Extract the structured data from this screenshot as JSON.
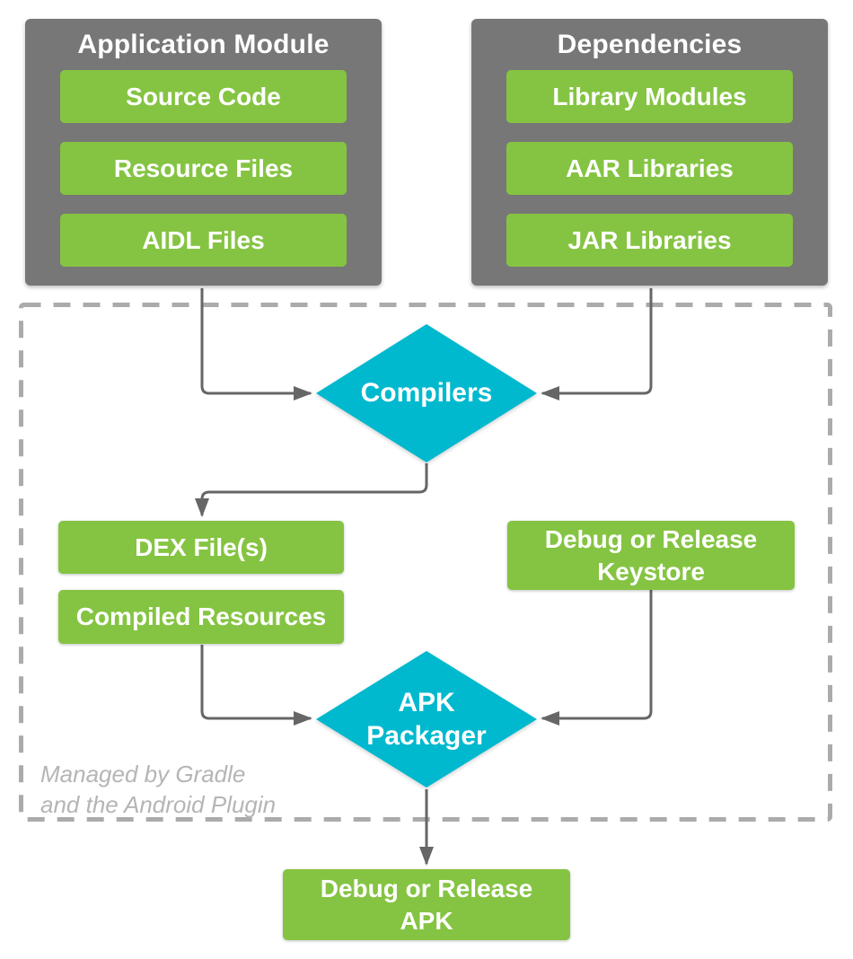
{
  "colors": {
    "green": "#85C442",
    "gray": "#777777",
    "cyan": "#00B9CE",
    "connector": "#666666",
    "dashed_border": "#ABABAB",
    "annotation_text": "#B5B5B5",
    "label_text": "#FFFFFF",
    "background": "#FFFFFF"
  },
  "groups": {
    "application_module": {
      "title": "Application Module",
      "items": [
        {
          "label": "Source Code"
        },
        {
          "label": "Resource Files"
        },
        {
          "label": "AIDL Files"
        }
      ]
    },
    "dependencies": {
      "title": "Dependencies",
      "items": [
        {
          "label": "Library Modules"
        },
        {
          "label": "AAR Libraries"
        },
        {
          "label": "JAR Libraries"
        }
      ]
    }
  },
  "nodes": {
    "compilers": {
      "label": "Compilers",
      "shape": "diamond"
    },
    "dex_files": {
      "label": "DEX File(s)",
      "shape": "box"
    },
    "compiled_resources": {
      "label": "Compiled Resources",
      "shape": "box"
    },
    "keystore": {
      "label": "Debug or Release Keystore",
      "shape": "box"
    },
    "apk_packager": {
      "label": "APK Packager",
      "shape": "diamond"
    },
    "output_apk": {
      "label": "Debug or Release APK",
      "shape": "box"
    }
  },
  "annotation": {
    "line1": "Managed by Gradle",
    "line2": "and the Android Plugin"
  },
  "edges": [
    {
      "from": "application_module",
      "to": "compilers"
    },
    {
      "from": "dependencies",
      "to": "compilers"
    },
    {
      "from": "compilers",
      "to": "dex_files"
    },
    {
      "from": "compiled_resources",
      "to": "apk_packager"
    },
    {
      "from": "keystore",
      "to": "apk_packager"
    },
    {
      "from": "apk_packager",
      "to": "output_apk"
    }
  ]
}
